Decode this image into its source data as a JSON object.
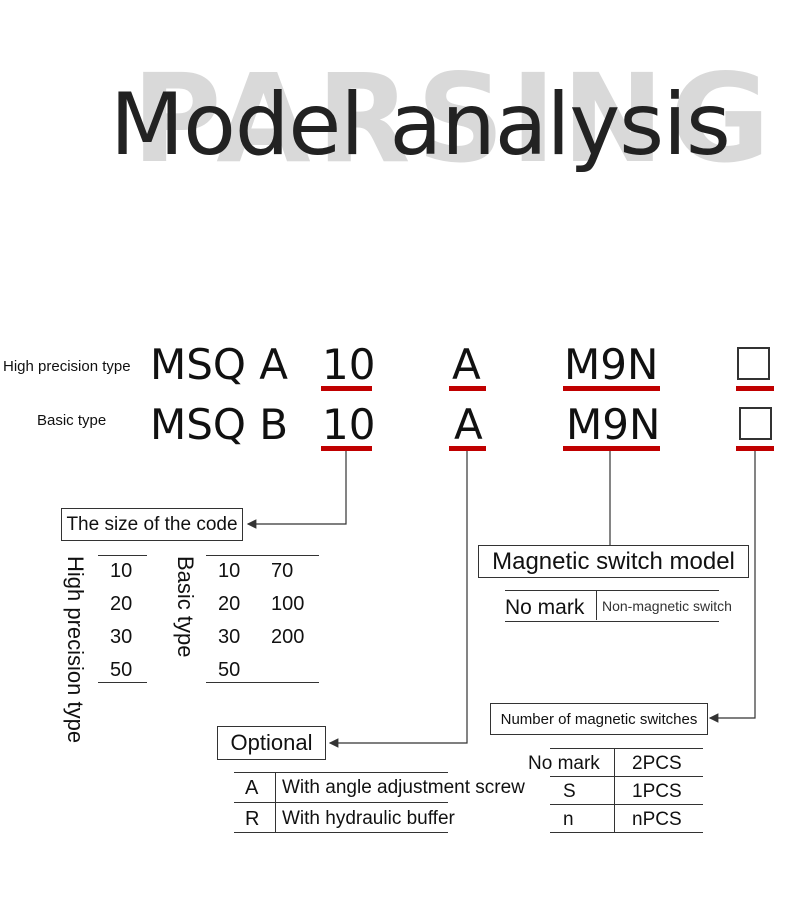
{
  "header": {
    "watermark": "PARSING",
    "title": "Model analysis"
  },
  "model_rows": [
    {
      "label": "High precision type",
      "series": "MSQ A",
      "size": "10",
      "option": "A",
      "switch": "M9N"
    },
    {
      "label": "Basic type",
      "series": "MSQ B",
      "size": "10",
      "option": "A",
      "switch": "M9N"
    }
  ],
  "size_section": {
    "title": "The size of the code",
    "high_precision_label": "High precision type",
    "high_precision_values": [
      "10",
      "20",
      "30",
      "50"
    ],
    "basic_label": "Basic type",
    "basic_col1": [
      "10",
      "20",
      "30",
      "50"
    ],
    "basic_col2": [
      "70",
      "100",
      "200"
    ]
  },
  "optional_section": {
    "title": "Optional",
    "rows": [
      {
        "code": "A",
        "desc": "With angle adjustment screw"
      },
      {
        "code": "R",
        "desc": "With hydraulic buffer"
      }
    ]
  },
  "switch_section": {
    "title": "Magnetic switch model",
    "no_mark": "No mark",
    "no_mark_desc": "Non-magnetic switch"
  },
  "count_section": {
    "title": "Number of magnetic switches",
    "rows": [
      {
        "code": "No mark",
        "value": "2PCS"
      },
      {
        "code": "S",
        "value": "1PCS"
      },
      {
        "code": "n",
        "value": "nPCS"
      }
    ]
  },
  "colors": {
    "accent": "#c00000",
    "watermark": "#d9d9d9"
  }
}
